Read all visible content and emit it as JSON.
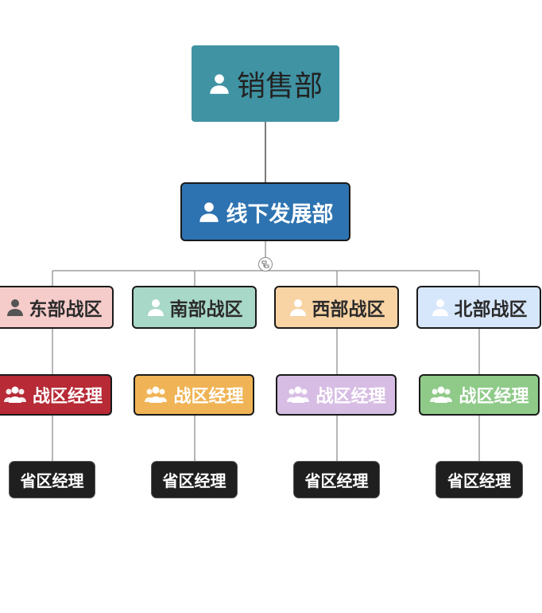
{
  "root": {
    "label": "销售部",
    "icon": "person-icon"
  },
  "dept": {
    "label": "线下发展部",
    "icon": "person-icon"
  },
  "regions": [
    {
      "label": "东部战区",
      "color": "#f6cccb"
    },
    {
      "label": "南部战区",
      "color": "#a8d8c7"
    },
    {
      "label": "西部战区",
      "color": "#f8d3a4"
    },
    {
      "label": "北部战区",
      "color": "#d6e6fb"
    }
  ],
  "managers": [
    {
      "label": "战区经理",
      "color": "#b72a36"
    },
    {
      "label": "战区经理",
      "color": "#f0b456"
    },
    {
      "label": "战区经理",
      "color": "#d7bde4"
    },
    {
      "label": "战区经理",
      "color": "#8fca89"
    }
  ],
  "provincials": [
    {
      "label": "省区经理"
    },
    {
      "label": "省区经理"
    },
    {
      "label": "省区经理"
    },
    {
      "label": "省区经理"
    }
  ],
  "colors": {
    "connector": "#9e9e9e",
    "trunk": "#7a7a7a"
  }
}
